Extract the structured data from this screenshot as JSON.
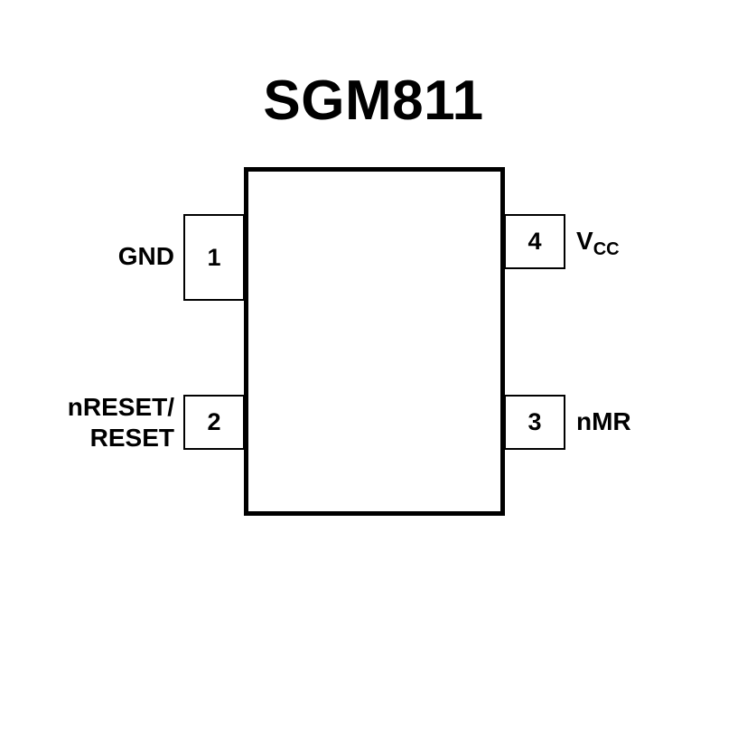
{
  "title": "SGM811",
  "pins": {
    "pin1": {
      "number": "1",
      "label": "GND"
    },
    "pin2": {
      "number": "2",
      "label_line1": "nRESET/",
      "label_line2": "RESET"
    },
    "pin3": {
      "number": "3",
      "label": "nMR"
    },
    "pin4": {
      "number": "4",
      "label_main": "V",
      "label_sub": "CC"
    }
  }
}
